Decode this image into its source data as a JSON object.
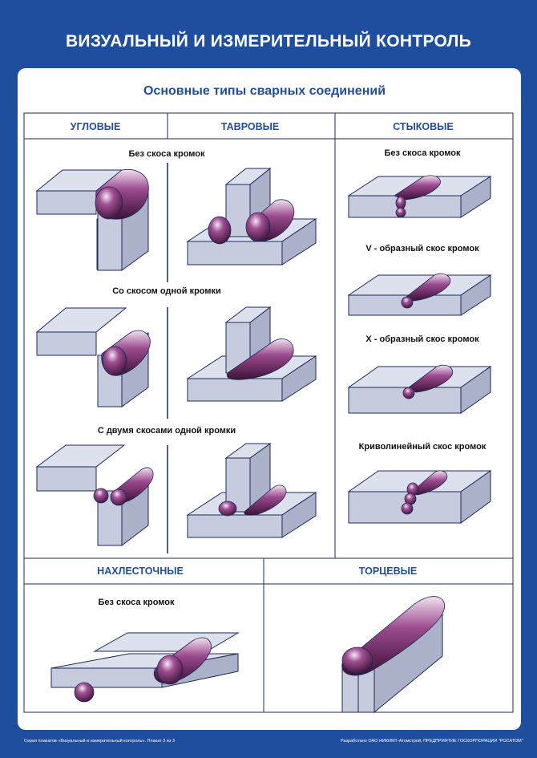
{
  "title": "ВИЗУАЛЬНЫЙ И ИЗМЕРИТЕЛЬНЫЙ КОНТРОЛЬ",
  "subtitle": "Основные типы сварных соединений",
  "sections": {
    "corner": "УГЛОВЫЕ",
    "tee": "ТАВРОВЫЕ",
    "butt": "СТЫКОВЫЕ",
    "lap": "НАХЛЕСТОЧНЫЕ",
    "edge": "ТОРЦЕВЫЕ"
  },
  "captions": {
    "no_bevel": "Без скоса кромок",
    "one_bevel": "Со скосом одной кромки",
    "two_bevels": "С двумя скосами одной кромки",
    "butt_no_bevel": "Без скоса кромок",
    "butt_v": "V - образный скос кромок",
    "butt_x": "X - образный скос кромок",
    "butt_curved": "Криволинейный скос кромок",
    "lap_no_bevel": "Без скоса кромок"
  },
  "footer": {
    "left": "Серия плакатов «Визуальный и измерительный контроль». Плакат 3 из 3",
    "right": "Разработано ОАО НИКИМТ-Атомстрой, ПРЕДПРИЯТИЕ ГОСКОРПОРАЦИИ \"РОСАТОМ\""
  },
  "colors": {
    "background": "#1f4e9e",
    "heading": "#1f4e9e",
    "plate": "#c6ccde",
    "weld": "#6b2b63",
    "outline": "#1c2a5a"
  }
}
